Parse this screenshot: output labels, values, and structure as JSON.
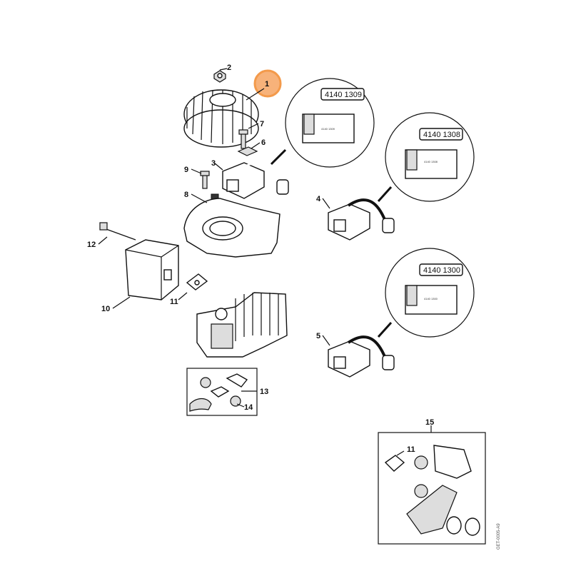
{
  "diagram": {
    "callouts": [
      "1",
      "2",
      "3",
      "4",
      "5",
      "6",
      "7",
      "8",
      "9",
      "10",
      "11",
      "12",
      "13",
      "14",
      "15"
    ],
    "kit_15_callout": "11",
    "detail_views": [
      {
        "part_number": "4140 1309",
        "label_small": "4140 1309",
        "for_callout": "3"
      },
      {
        "part_number": "4140 1308",
        "label_small": "4140 1308",
        "for_callout": "4"
      },
      {
        "part_number": "4140 1300",
        "label_small": "4140 1300",
        "for_callout": "5"
      }
    ],
    "highlight_color": "#F39A4B",
    "drawing_code": "GET-0005-A9"
  }
}
